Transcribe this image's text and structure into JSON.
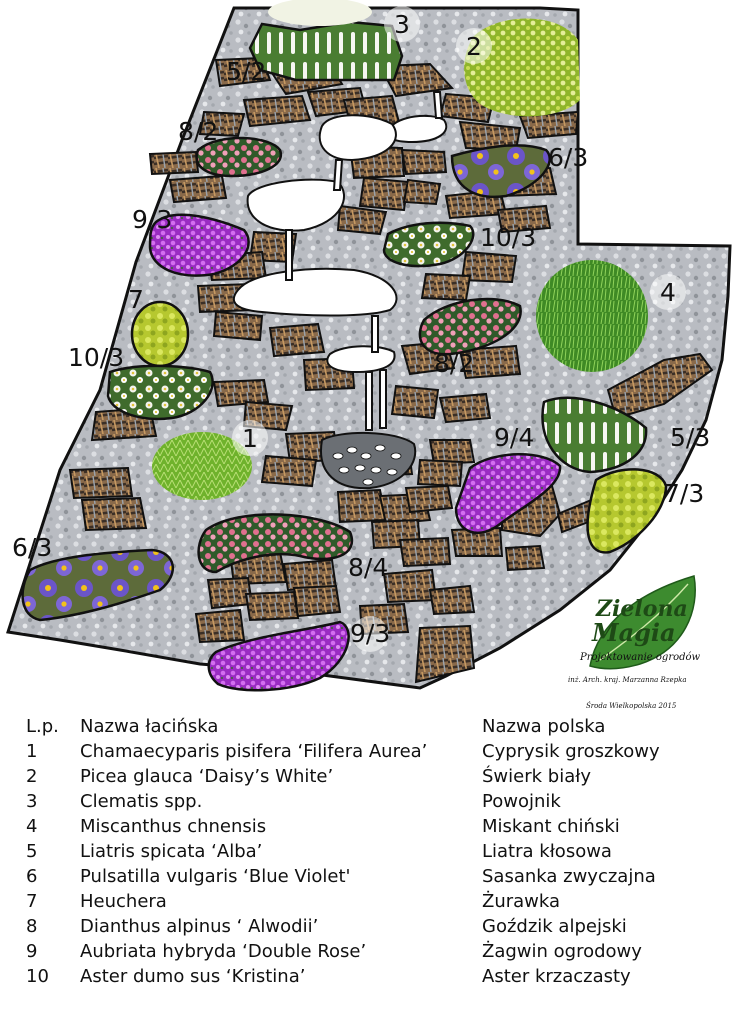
{
  "plan": {
    "labels": [
      {
        "id": "l1",
        "text": "3"
      },
      {
        "id": "l2",
        "text": "2"
      },
      {
        "id": "l3",
        "text": "5/2"
      },
      {
        "id": "l4",
        "text": "8/2"
      },
      {
        "id": "l5",
        "text": "6/3"
      },
      {
        "id": "l6",
        "text": "9/3"
      },
      {
        "id": "l7",
        "text": "10/3"
      },
      {
        "id": "l8",
        "text": "4"
      },
      {
        "id": "l9",
        "text": "7"
      },
      {
        "id": "l10",
        "text": "8/2"
      },
      {
        "id": "l11",
        "text": "10/3"
      },
      {
        "id": "l12",
        "text": "1"
      },
      {
        "id": "l13",
        "text": "9/4"
      },
      {
        "id": "l14",
        "text": "5/3"
      },
      {
        "id": "l15",
        "text": "7/3"
      },
      {
        "id": "l16",
        "text": "6/3"
      },
      {
        "id": "l17",
        "text": "8/4"
      },
      {
        "id": "l18",
        "text": "9/3"
      }
    ]
  },
  "logo": {
    "line1": "Zielona",
    "line2": "Magia",
    "tagline": "Projektowanie ogrodów",
    "author": "inż. Arch. kraj. Marzanna Rzepka",
    "place": "Środa Wielkopolska 2015"
  },
  "legend": {
    "header": {
      "lp": "L.p.",
      "latin": "Nazwa łacińska",
      "polish": "Nazwa polska"
    },
    "rows": [
      {
        "lp": "1",
        "latin": "Chamaecyparis pisifera ‘Filifera Aurea’",
        "polish": "Cyprysik groszkowy"
      },
      {
        "lp": "2",
        "latin": "Picea glauca ‘Daisy’s White’",
        "polish": "Świerk biały"
      },
      {
        "lp": "3",
        "latin": "Clematis spp.",
        "polish": "Powojnik"
      },
      {
        "lp": "4",
        "latin": "Miscanthus chnensis",
        "polish": "Miskant chiński"
      },
      {
        "lp": "5",
        "latin": "Liatris spicata ‘Alba’",
        "polish": "Liatra kłosowa"
      },
      {
        "lp": "6",
        "latin": "Pulsatilla vulgaris ‘Blue Violet'",
        "polish": "Sasanka zwyczajna"
      },
      {
        "lp": "7",
        "latin": "Heuchera",
        "polish": "Żurawka"
      },
      {
        "lp": "8",
        "latin": "Dianthus alpinus ‘ Alwodii’",
        "polish": "Goździk alpejski"
      },
      {
        "lp": "9",
        "latin": "Aubriata hybryda ‘Double Rose’",
        "polish": "Żagwin ogrodowy"
      },
      {
        "lp": "10",
        "latin": "Aster dumo sus ‘Kristina’",
        "polish": "Aster krzaczasty"
      }
    ]
  },
  "colors": {
    "gravel": "#b9bcc2",
    "stone": "#8a6a4a",
    "heuchera": "#c3d33a",
    "aubrieta": "#b43ad6",
    "dianthus": "#d0607f",
    "pulsatilla": "#6b55c8",
    "grass": "#4e9a2a",
    "chamaecyparis": "#88c43a",
    "picea": "#a9c93a",
    "water": "#ffffff",
    "brand": "#3d8b2f"
  }
}
